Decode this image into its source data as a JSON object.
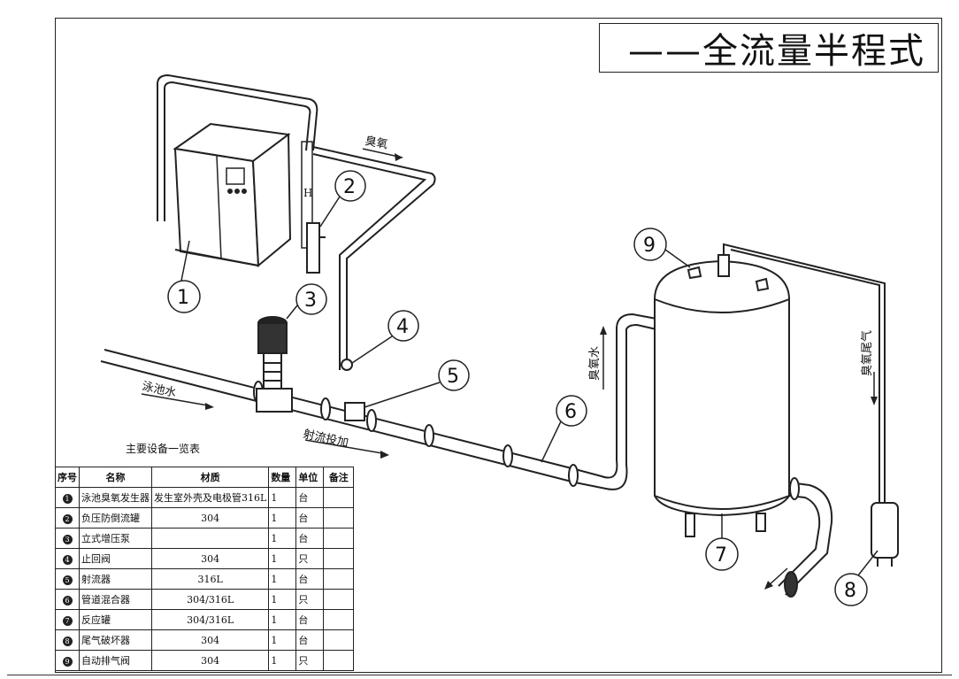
{
  "title": "——全流量半程式",
  "labels": {
    "pool_water": "泳池水",
    "ozone": "臭氧",
    "injection": "射流投加",
    "ozone_water": "臭氧水",
    "tail_gas": "臭氧尾气",
    "height_mark": "H"
  },
  "callouts": [
    "1",
    "2",
    "3",
    "4",
    "5",
    "6",
    "7",
    "8",
    "9"
  ],
  "table": {
    "caption": "主要设备一览表",
    "headers": [
      "序号",
      "名称",
      "材质",
      "数量",
      "单位",
      "备注"
    ],
    "rows": [
      {
        "no": "1",
        "name": "泳池臭氧发生器",
        "material": "发生室外壳及电极管316L",
        "qty": "1",
        "unit": "台",
        "note": ""
      },
      {
        "no": "2",
        "name": "负压防倒流罐",
        "material": "304",
        "qty": "1",
        "unit": "台",
        "note": ""
      },
      {
        "no": "3",
        "name": "立式增压泵",
        "material": "",
        "qty": "1",
        "unit": "台",
        "note": ""
      },
      {
        "no": "4",
        "name": "止回阀",
        "material": "304",
        "qty": "1",
        "unit": "只",
        "note": ""
      },
      {
        "no": "5",
        "name": "射流器",
        "material": "316L",
        "qty": "1",
        "unit": "台",
        "note": ""
      },
      {
        "no": "6",
        "name": "管道混合器",
        "material": "304/316L",
        "qty": "1",
        "unit": "只",
        "note": ""
      },
      {
        "no": "7",
        "name": "反应罐",
        "material": "304/316L",
        "qty": "1",
        "unit": "台",
        "note": ""
      },
      {
        "no": "8",
        "name": "尾气破坏器",
        "material": "304",
        "qty": "1",
        "unit": "台",
        "note": ""
      },
      {
        "no": "9",
        "name": "自动排气阀",
        "material": "304",
        "qty": "1",
        "unit": "只",
        "note": ""
      }
    ]
  }
}
